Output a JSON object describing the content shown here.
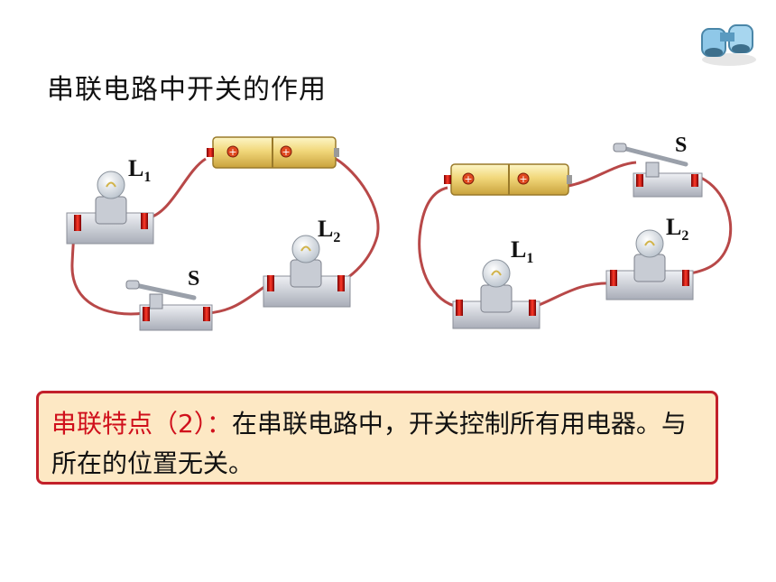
{
  "title": "串联电路中开关的作用",
  "circuit_left": {
    "lamp1": {
      "label": "L",
      "sub": "1"
    },
    "lamp2": {
      "label": "L",
      "sub": "2"
    },
    "switch": {
      "label": "S"
    }
  },
  "circuit_right": {
    "lamp1": {
      "label": "L",
      "sub": "1"
    },
    "lamp2": {
      "label": "L",
      "sub": "2"
    },
    "switch": {
      "label": "S"
    }
  },
  "note": {
    "highlight": "串联特点（2）：",
    "text": "在串联电路中，开关控制所有用电器。与所在的位置无关。"
  },
  "colors": {
    "wire": "#b84848",
    "note_border": "#c2202a",
    "note_bg": "#fde8c4",
    "highlight": "#d0101c"
  },
  "icons": [
    "binoculars-icon",
    "battery-icon",
    "bulb-icon",
    "switch-icon"
  ]
}
